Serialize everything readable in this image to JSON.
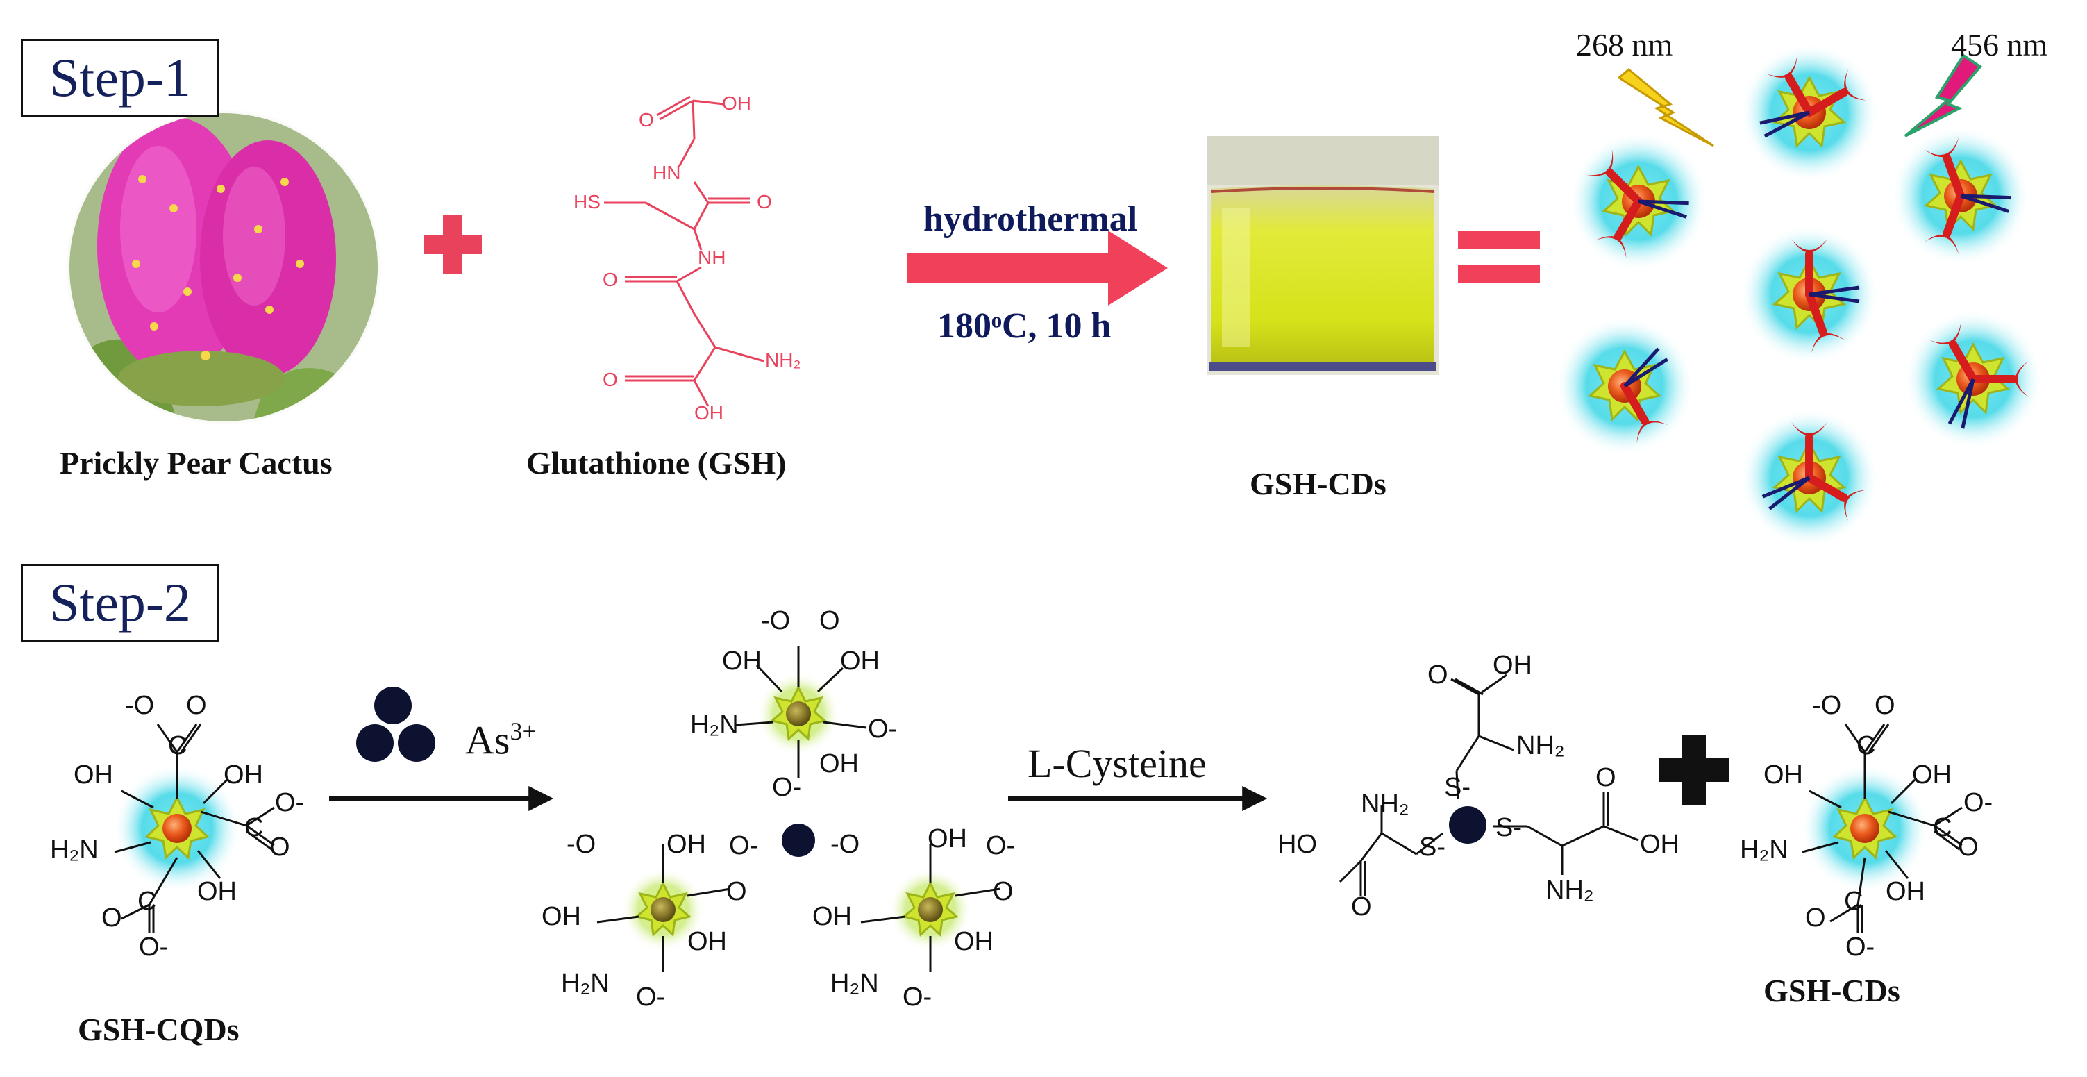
{
  "step1": {
    "label": "Step-1",
    "cactus_label": "Prickly Pear Cactus",
    "gsh_label": "Glutathione (GSH)",
    "gsh_atoms": [
      "OH",
      "O",
      "HN",
      "O",
      "HS",
      "NH",
      "O",
      "NH₂",
      "O",
      "OH"
    ],
    "condition_top": "hydrothermal",
    "condition_bottom": "180ᵒC, 10 h",
    "product_label": "GSH-CDs",
    "excitation": "268 nm",
    "emission": "456 nm"
  },
  "step2": {
    "label": "Step-2",
    "start_label": "GSH-CQDs",
    "ion_label": "As",
    "ion_charge": "3+",
    "reagent": "L-Cysteine",
    "end_label": "GSH-CDs",
    "cq_groups": {
      "carboxylate": "-O",
      "oxo": "O",
      "hydroxyl": "OH",
      "amine": "H₂N",
      "carbon": "C",
      "anion": "O-"
    },
    "cysteine_atoms": {
      "acid": "OH",
      "carbonyl": "O",
      "amine": "NH₂",
      "thiolate": "S-",
      "acid_left": "HO",
      "acid_right": "OH"
    }
  },
  "colors": {
    "structure_red": "#e8425c",
    "arrow_red": "#f0405a",
    "navy": "#0f1a5c",
    "qd_glow": "#39d5e6",
    "qd_star": "#cfe42e",
    "qd_core": "#e8561e",
    "ligand_red": "#d51d1d",
    "emission_blue": "#1a1a6e",
    "excitation_yellow": "#f7d21d",
    "emission_magenta": "#e0197a"
  }
}
